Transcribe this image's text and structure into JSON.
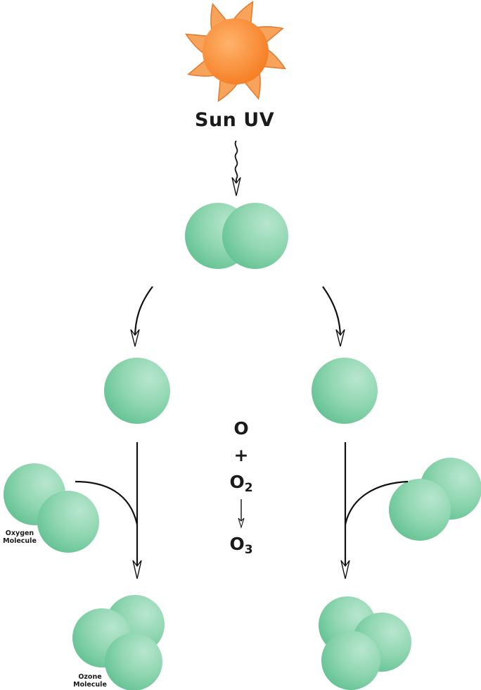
{
  "labels": {
    "sun_uv": "Sun UV",
    "oxygen_molecule_line1": "Oxygen",
    "oxygen_molecule_line2": "Molecule",
    "ozone_molecule_line1": "Ozone",
    "ozone_molecule_line2": "Molecule"
  },
  "equation": {
    "o": "O",
    "plus": "+",
    "o2_base": "O",
    "o2_sub": "2",
    "o3_base": "O",
    "o3_sub": "3"
  },
  "colors": {
    "atom_light": "#b8e6cf",
    "atom_mid": "#8fd6b0",
    "atom_dark": "#66c395",
    "sun_core": "#f47a1f",
    "sun_light": "#ffb36b",
    "ray_fill": "#f7a35c",
    "ray_stroke": "#e5782a",
    "arrow": "#111111"
  }
}
